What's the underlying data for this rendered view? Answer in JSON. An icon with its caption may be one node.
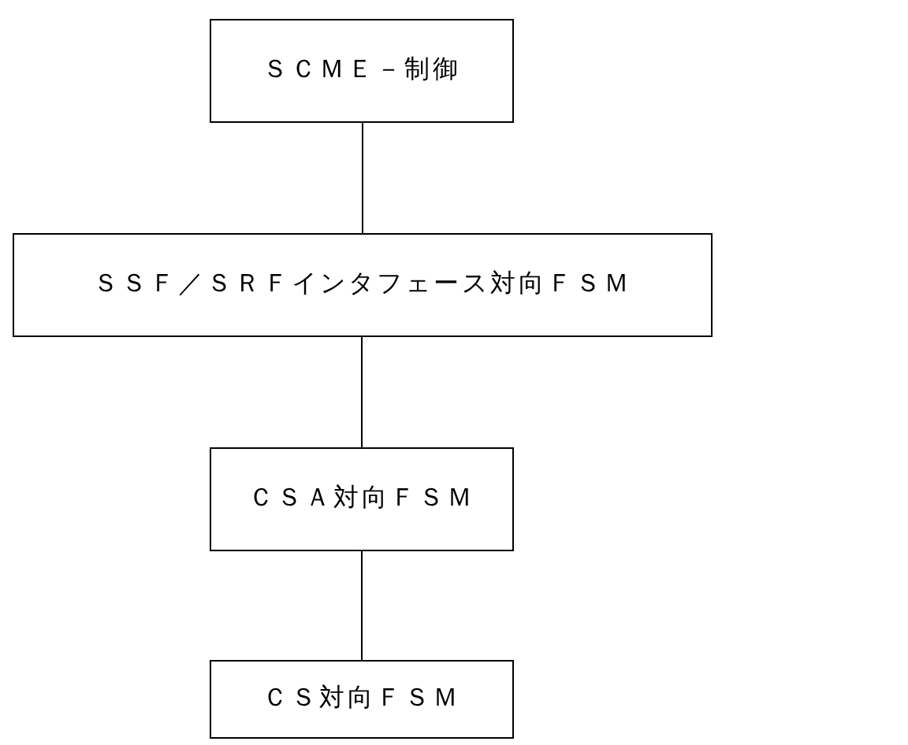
{
  "diagram": {
    "nodes": [
      {
        "text": [
          "ＳＣＭＥ－制御"
        ]
      },
      {
        "text": [
          "ＳＳＦ／ＳＲＦインタフェース対向ＦＳＭ"
        ]
      },
      {
        "text": [
          "ＣＳＡ対向ＦＳＭ"
        ]
      },
      {
        "text": [
          "ＣＳ対向ＦＳＭ"
        ]
      }
    ],
    "edges": [
      {
        "from": 0,
        "to": 1,
        "arrow": "none"
      },
      {
        "from": 1,
        "to": 2,
        "arrow": "none"
      },
      {
        "from": 2,
        "to": 3,
        "arrow": "none"
      }
    ]
  }
}
